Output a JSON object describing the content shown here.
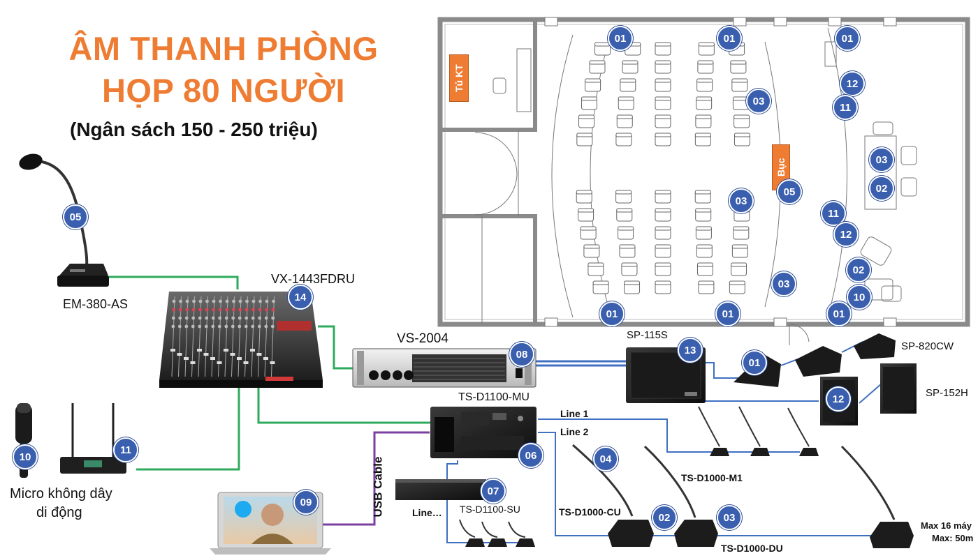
{
  "title": {
    "line1": "ÂM THANH PHÒNG",
    "line2": "HỌP 80 NGƯỜI",
    "subtitle": "(Ngân sách 150 - 250 triệu)"
  },
  "colors": {
    "title": "#ee7d33",
    "badge": "#3a5fae",
    "green_line": "#2eaa5c",
    "blue_line": "#3f6fc0",
    "purple_line": "#7b3fa0",
    "tag": "#ee7d33"
  },
  "room_tags": {
    "cabinet": "Tủ KT",
    "podium": "Bục"
  },
  "devices": {
    "em380": "EM-380-AS",
    "mixer": "VX-1443FDRU",
    "amp": "VS-2004",
    "sub": "SP-115S",
    "monitor": "SP-820CW",
    "speaker": "SP-152H",
    "controller": "TS-D1100-MU",
    "unit": "TS-D1100-SU",
    "cu": "TS-D1000-CU",
    "m1": "TS-D1000-M1",
    "du": "TS-D1000-DU",
    "wireless_line1": "Micro không dây",
    "wireless_line2": "di động"
  },
  "lines": {
    "line1": "Line 1",
    "line2": "Line 2",
    "line_short": "Line…",
    "usb": "USB Cable"
  },
  "notes": {
    "max_units": "Max 16 máy",
    "max_length": "Max: 50m"
  },
  "badges": {
    "b01": "01",
    "b02": "02",
    "b03": "03",
    "b04": "04",
    "b05": "05",
    "b06": "06",
    "b07": "07",
    "b08": "08",
    "b09": "09",
    "b10": "10",
    "b11": "11",
    "b12": "12",
    "b13": "13",
    "b14": "14"
  }
}
